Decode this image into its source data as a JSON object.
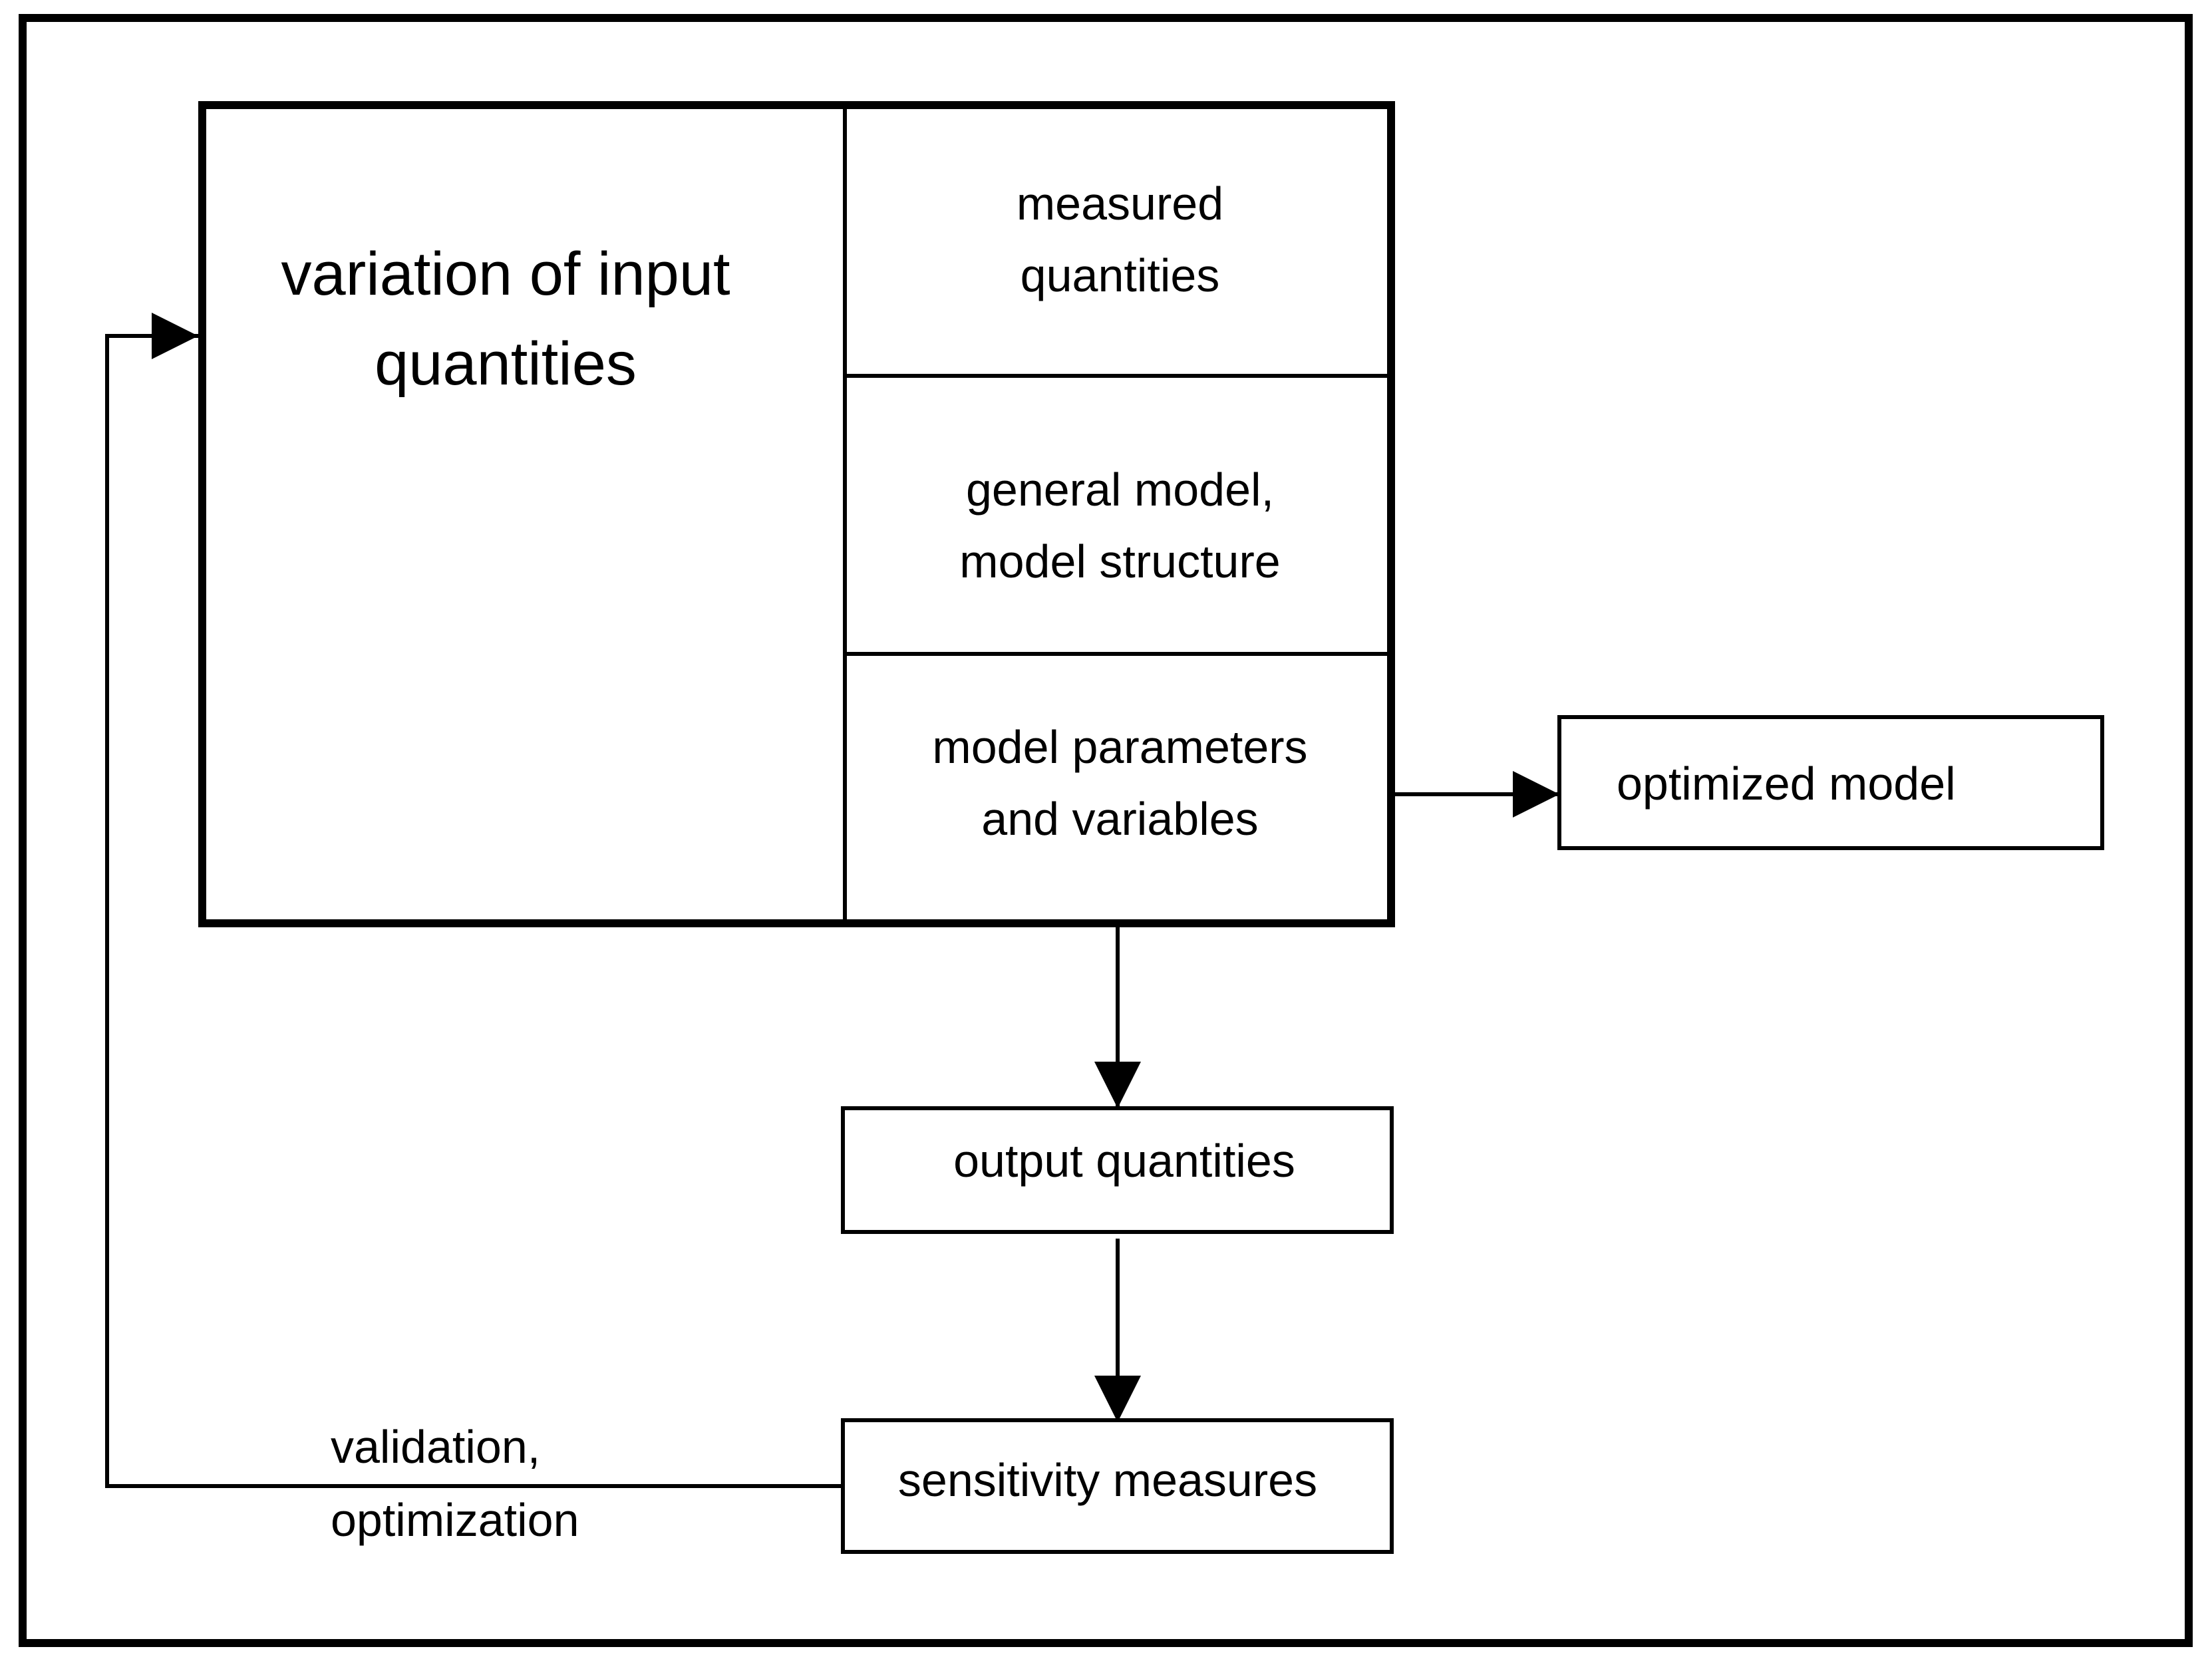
{
  "diagram": {
    "input_variation": {
      "lines": [
        "variation of input",
        "quantities"
      ]
    },
    "measured_quantities": {
      "lines": [
        "measured",
        "quantities"
      ]
    },
    "general_model": {
      "lines": [
        "general model,",
        "model structure"
      ]
    },
    "model_parameters": {
      "lines": [
        "model parameters",
        "and variables"
      ]
    },
    "optimized_model": {
      "label": "optimized model"
    },
    "output_quantities": {
      "label": "output quantities"
    },
    "sensitivity_measures": {
      "label": "sensitivity measures"
    },
    "feedback_edge": {
      "lines": [
        "validation,",
        "optimization"
      ]
    }
  }
}
